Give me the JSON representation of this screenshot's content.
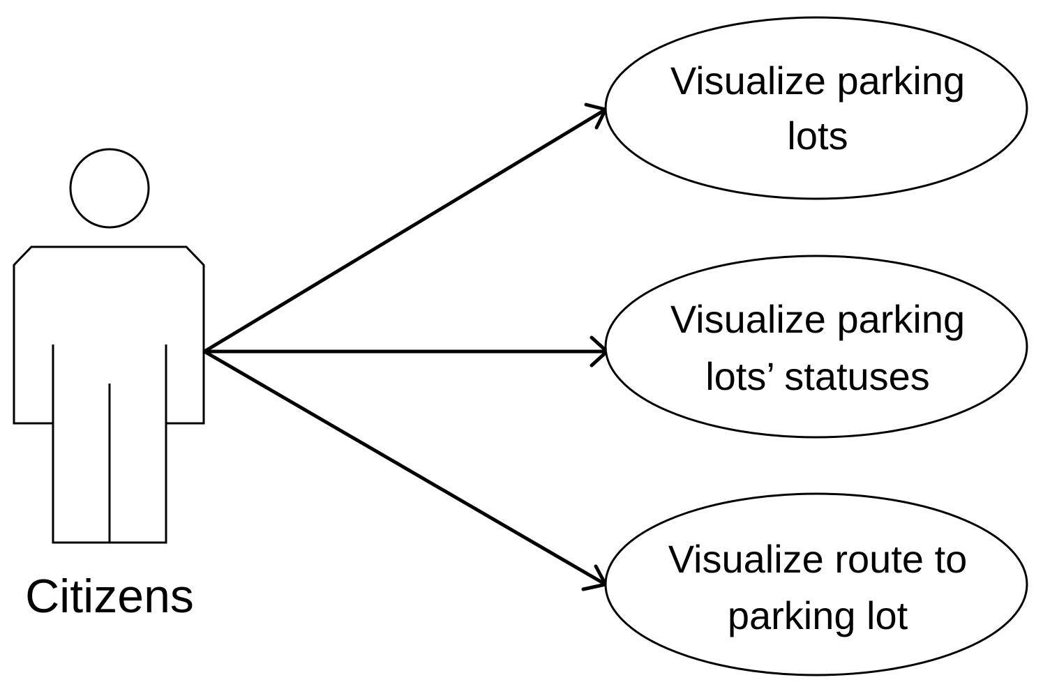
{
  "actor": {
    "label": "Citizens"
  },
  "use_cases": [
    {
      "line1": "Visualize parking",
      "line2": "lots"
    },
    {
      "line1": "Visualize parking",
      "line2": "lots’ statuses"
    },
    {
      "line1": "Visualize route to",
      "line2": "parking lot"
    }
  ],
  "colors": {
    "stroke": "#000000",
    "background": "#ffffff"
  }
}
